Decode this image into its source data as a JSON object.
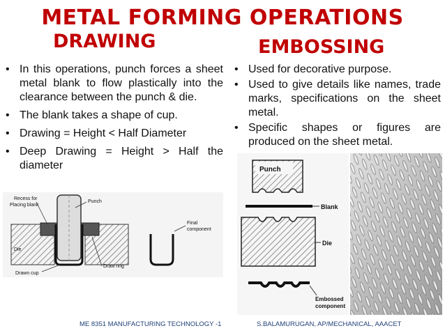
{
  "title": "METAL FORMING OPERATIONS",
  "left": {
    "heading": "DRAWING",
    "bullets": [
      "In this operations, punch forces a sheet metal blank to flow plastically into the clearance between the punch & die.",
      "The blank takes a shape of cup.",
      "Drawing = Height < Half Diameter",
      "Deep Drawing = Height > Half the diameter"
    ],
    "figure_labels": {
      "recess_1": "Recess for",
      "recess_2": "Placing blank",
      "punch": "Punch",
      "final_1": "Final",
      "final_2": "component",
      "die": "Die",
      "draw_ring": "Draw ring",
      "drawn_cup": "Drawn cup"
    }
  },
  "right": {
    "heading": "EMBOSSING",
    "bullets": [
      "Used for decorative purpose.",
      "Used to give details like names, trade marks, specifications on the sheet metal.",
      "Specific shapes or figures are produced on the sheet metal."
    ],
    "figure_labels": {
      "punch": "Punch",
      "blank": "Blank",
      "die": "Die",
      "embossed_1": "Embossed",
      "embossed_2": "component"
    }
  },
  "footer": {
    "left": "ME 8351 MANUFACTURING TECHNOLOGY -1",
    "right": "S.BALAMURUGAN, AP/MECHANICAL, AAACET"
  },
  "colors": {
    "title": "#c00000",
    "footer": "#1f3f77"
  }
}
